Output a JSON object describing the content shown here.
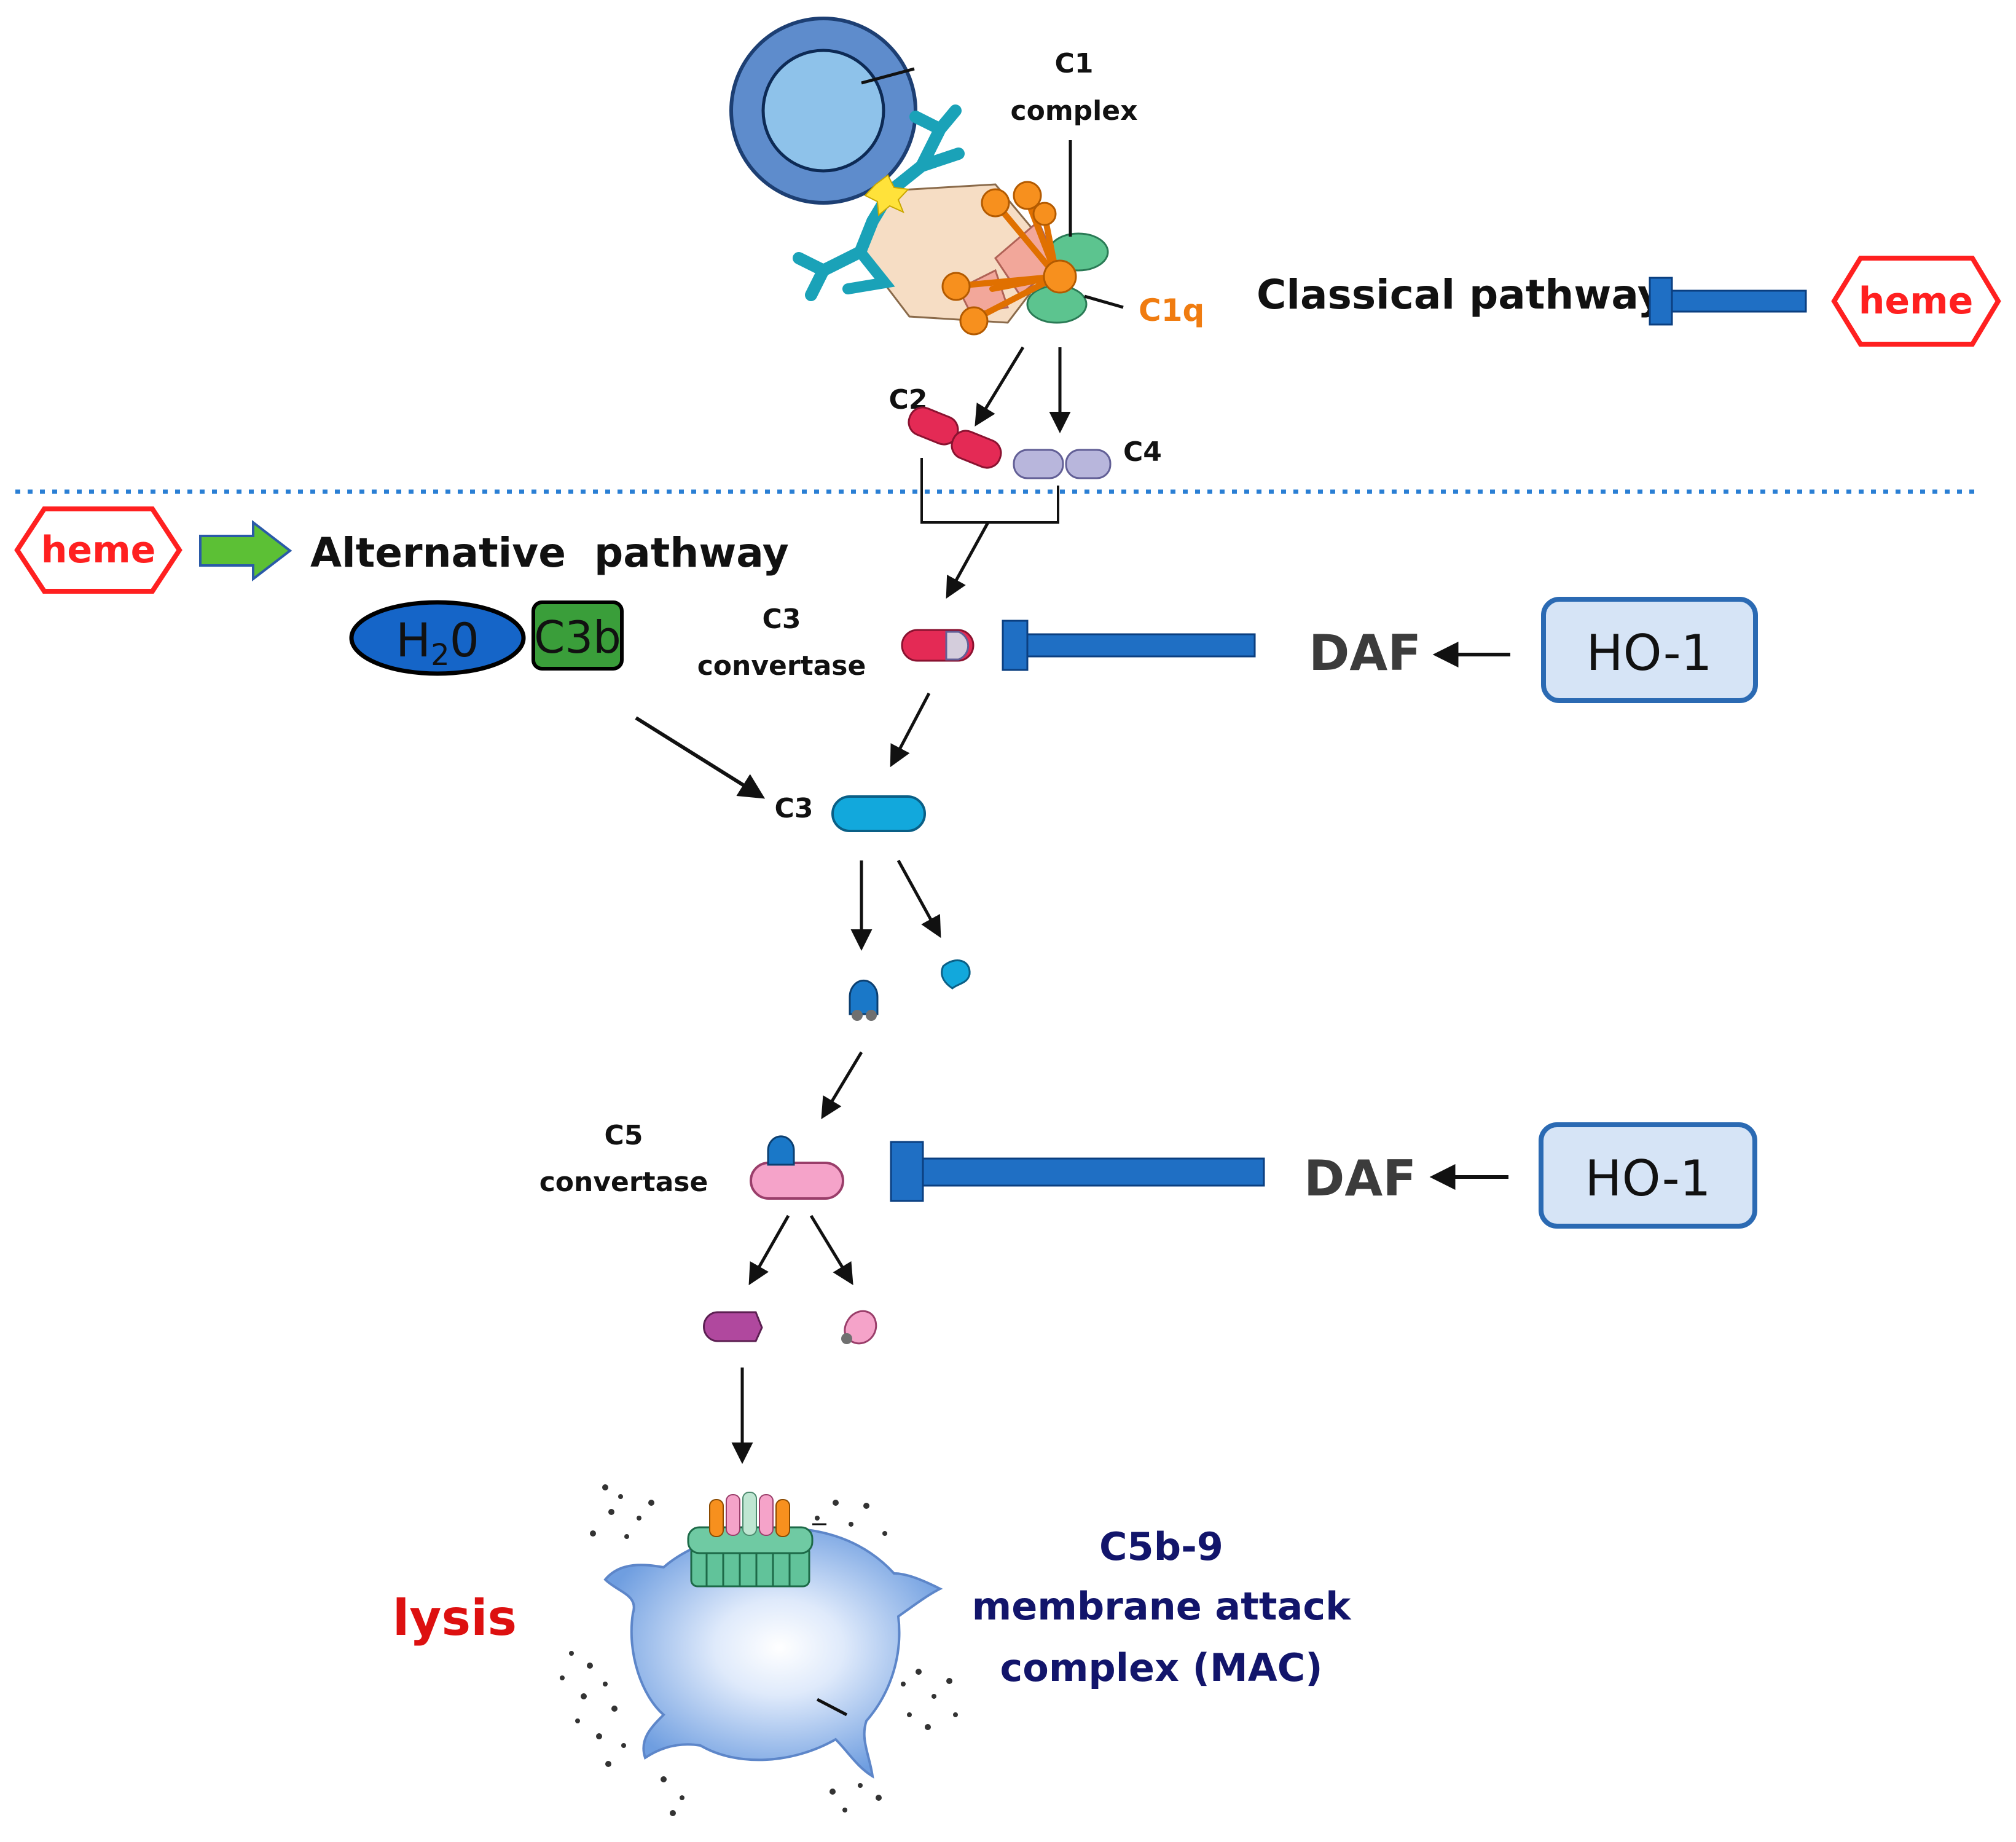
{
  "colors": {
    "inhibit_blue": "#1f6fc4",
    "heme_red": "#ff2020",
    "lysis_red": "#dd1010",
    "mac_navy": "#12156b",
    "ho1_fill": "#d6e4f6",
    "ho1_border": "#2b6ab3",
    "c1q_orange": "#f07c10",
    "green_arrow": "#5cc035",
    "divider": "#2a7fd4"
  },
  "classical": {
    "c1_complex_label_line1": "C1",
    "c1_complex_label_line2": "complex",
    "c1q_label": "C1q",
    "pathway_label": "Classical pathway",
    "heme_label": "heme",
    "c2_label": "C2",
    "c4_label": "C4"
  },
  "alternative": {
    "heme_label": "heme",
    "pathway_label": "Alternative  pathway",
    "h2o_main": "H",
    "h2o_sub": "2",
    "h2o_tail": "0",
    "c3b_label": "C3b"
  },
  "c3_convertase": {
    "label_line1": "C3",
    "label_line2": "convertase"
  },
  "c3": {
    "label": "C3"
  },
  "c5_convertase": {
    "label_line1": "C5",
    "label_line2": "convertase"
  },
  "regulators": {
    "daf_top": "DAF",
    "ho1_top": "HO-1",
    "daf_bottom": "DAF",
    "ho1_bottom": "HO-1"
  },
  "mac": {
    "lysis_label": "lysis",
    "line1": "C5b-9",
    "line2": "membrane attack",
    "line3": "complex (MAC)"
  }
}
